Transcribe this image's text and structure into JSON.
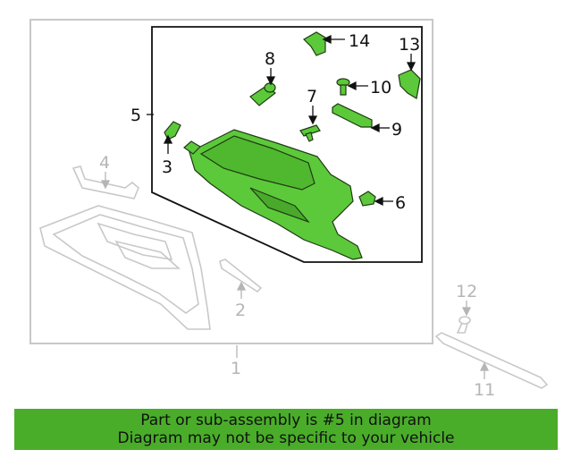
{
  "callouts": {
    "c1": "1",
    "c2": "2",
    "c3": "3",
    "c4": "4",
    "c5": "5",
    "c6": "6",
    "c7": "7",
    "c8": "8",
    "c9": "9",
    "c10": "10",
    "c11": "11",
    "c12": "12",
    "c13": "13",
    "c14": "14"
  },
  "banner": {
    "line1": "Part or sub-assembly is #5 in diagram",
    "line2": "Diagram may not be specific to your vehicle"
  },
  "colors": {
    "highlight": "#5cc93a",
    "highlight_stroke": "#1f3a14",
    "faded": "#c8c8c8",
    "banner": "#4aad2a"
  }
}
